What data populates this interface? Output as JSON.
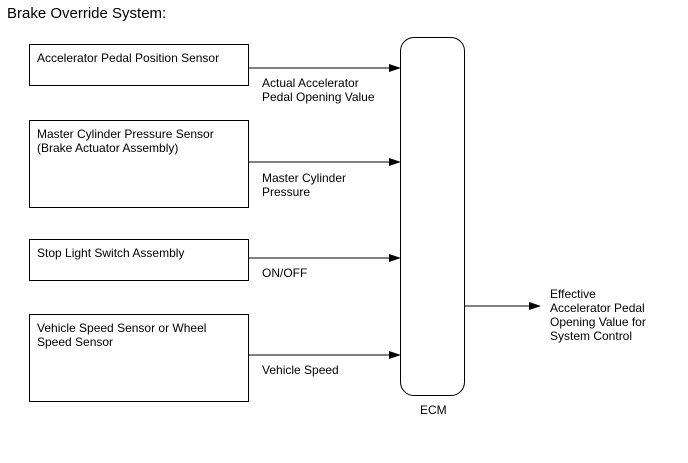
{
  "title": "Brake Override System:",
  "sensors": [
    {
      "label": "Accelerator Pedal Position Sensor",
      "signal": "Actual Accelerator\nPedal Opening Value"
    },
    {
      "label": "Master Cylinder Pressure Sensor\n(Brake Actuator Assembly)",
      "signal": "Master Cylinder\nPressure"
    },
    {
      "label": "Stop Light Switch Assembly",
      "signal": "ON/OFF"
    },
    {
      "label": "Vehicle Speed Sensor or Wheel\nSpeed Sensor",
      "signal": "Vehicle Speed"
    }
  ],
  "ecm": {
    "label": "ECM"
  },
  "output": {
    "label": "Effective\nAccelerator Pedal\nOpening Value for\nSystem Control"
  }
}
